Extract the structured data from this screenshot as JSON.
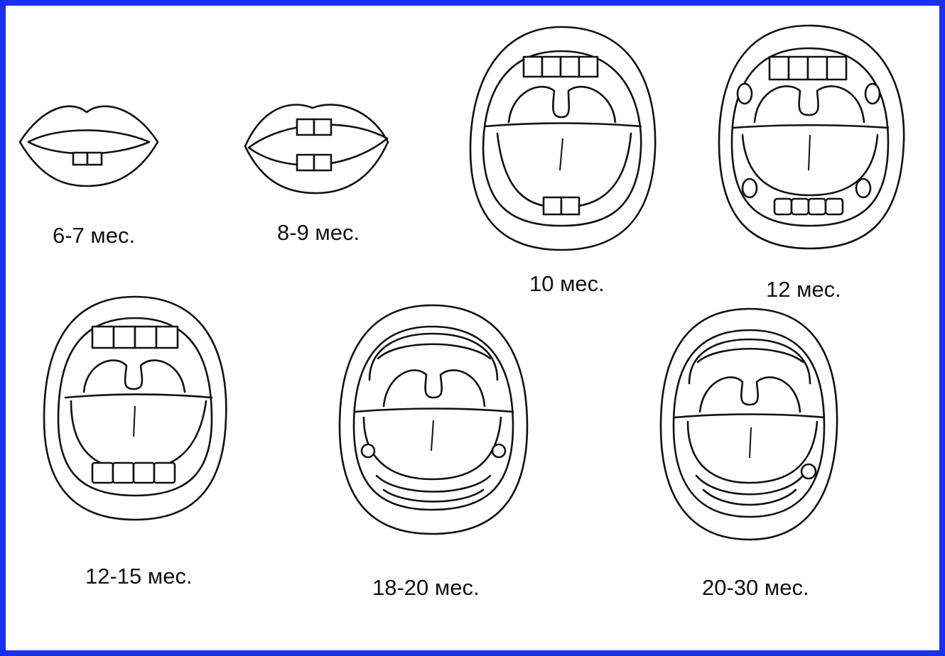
{
  "frame_color": "#1a2ff0",
  "stages": [
    {
      "label": "6-7 мес."
    },
    {
      "label": "8-9 мес."
    },
    {
      "label": "10 мес."
    },
    {
      "label": "12 мес."
    },
    {
      "label": "12-15 мес."
    },
    {
      "label": "18-20 мес."
    },
    {
      "label": "20-30 мес."
    }
  ]
}
